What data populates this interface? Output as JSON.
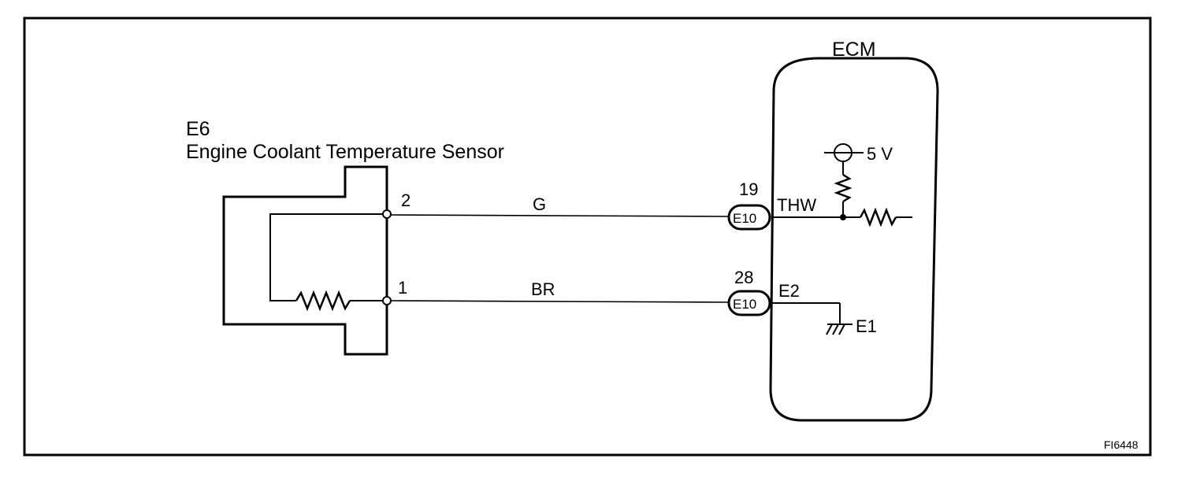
{
  "sensor": {
    "code": "E6",
    "name": "Engine Coolant Temperature Sensor",
    "pin_2": "2",
    "pin_1": "1"
  },
  "wires": {
    "top_color": "G",
    "bottom_color": "BR"
  },
  "ecm": {
    "title": "ECM",
    "pin_top": "19",
    "pin_bottom": "28",
    "connector_top": "E10",
    "connector_bottom": "E10",
    "signal_thw": "THW",
    "signal_e2": "E2",
    "ground_e1": "E1",
    "supply": "5 V"
  },
  "figure_id": "FI6448"
}
